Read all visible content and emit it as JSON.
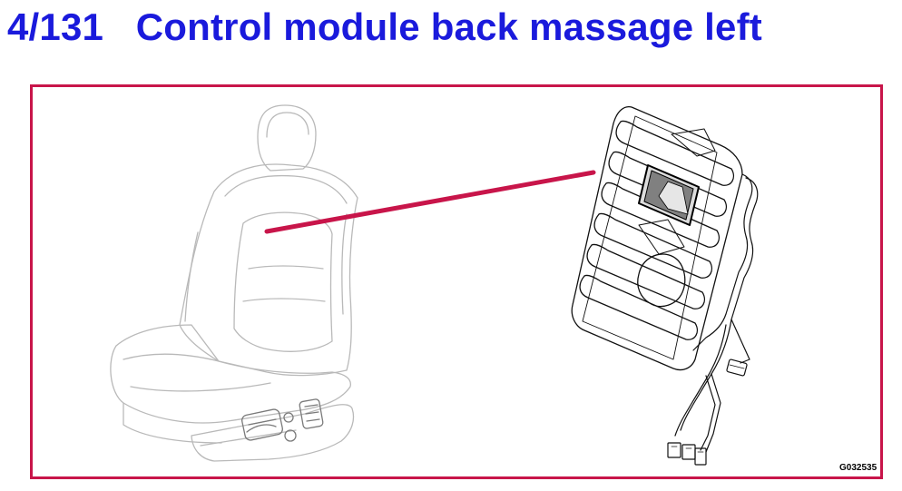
{
  "header": {
    "number": "4/131",
    "title": "Control module back massage left"
  },
  "figure": {
    "code": "G032535",
    "frame_color": "#c8154a",
    "title_color": "#1a1adc",
    "leader_color": "#c8154a",
    "seat_stroke_color": "#b9b9b9"
  }
}
